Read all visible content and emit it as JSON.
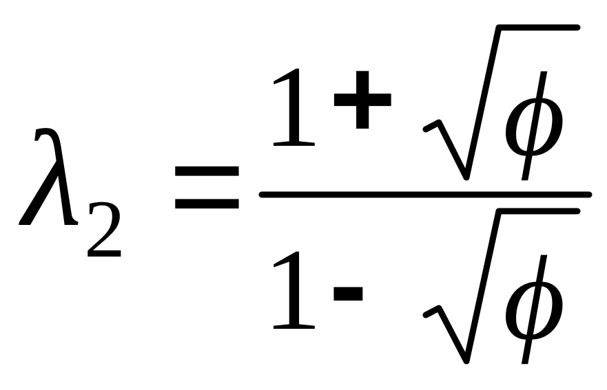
{
  "equation": {
    "lhs": {
      "symbol": "λ",
      "subscript": "2"
    },
    "relation": "=",
    "numerator": {
      "one": "1",
      "operator": "+",
      "radicand": "ϕ"
    },
    "denominator": {
      "one": "1",
      "operator": "-",
      "radicand": "ϕ"
    },
    "color": "#000000"
  }
}
